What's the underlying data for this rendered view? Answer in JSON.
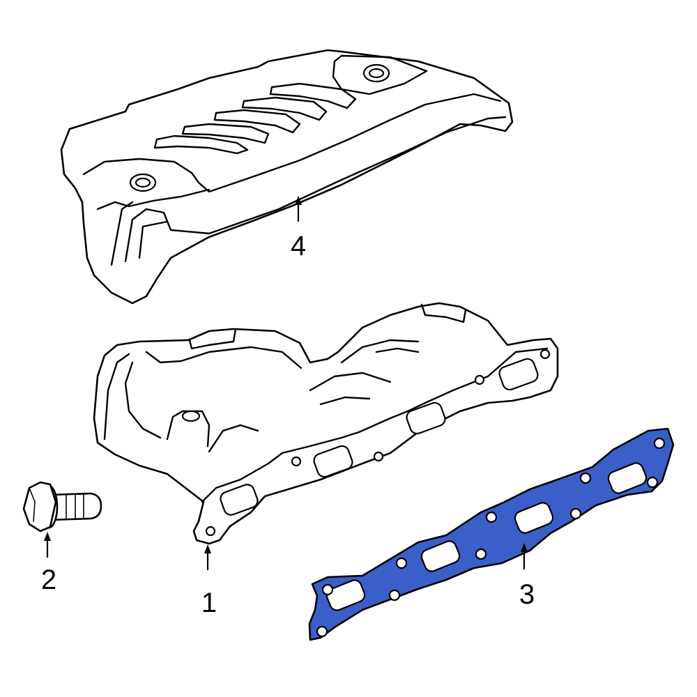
{
  "callouts": {
    "part_1": "1",
    "part_2": "2",
    "part_3": "3",
    "part_4": "4"
  },
  "colors": {
    "highlight_part_fill": "#3a5fc8",
    "outline": "#000000",
    "background": "#ffffff"
  }
}
